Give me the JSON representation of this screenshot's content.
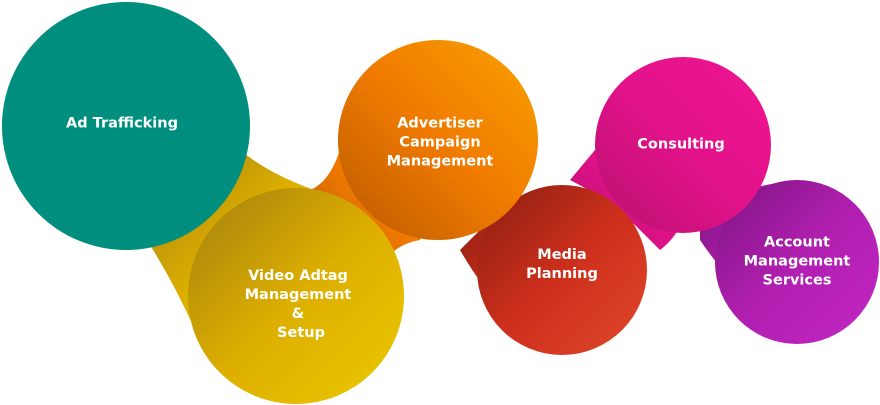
{
  "nodes": [
    {
      "id": "ad-trafficking",
      "lines": [
        "Ad Trafficking"
      ],
      "color": "#008e7e"
    },
    {
      "id": "video-adtag",
      "lines": [
        "Video Adtag",
        "Management",
        "&",
        "Setup"
      ],
      "color": "#e5bb00"
    },
    {
      "id": "advertiser-campaign",
      "lines": [
        "Advertiser",
        "Campaign",
        "Management"
      ],
      "color": "#f07f00"
    },
    {
      "id": "media-planning",
      "lines": [
        "Media",
        "Planning"
      ],
      "color": "#d0321e"
    },
    {
      "id": "consulting",
      "lines": [
        "Consulting"
      ],
      "color": "#e4118c"
    },
    {
      "id": "account-management",
      "lines": [
        "Account",
        "Management",
        "Services"
      ],
      "color": "#b51fb3"
    }
  ]
}
